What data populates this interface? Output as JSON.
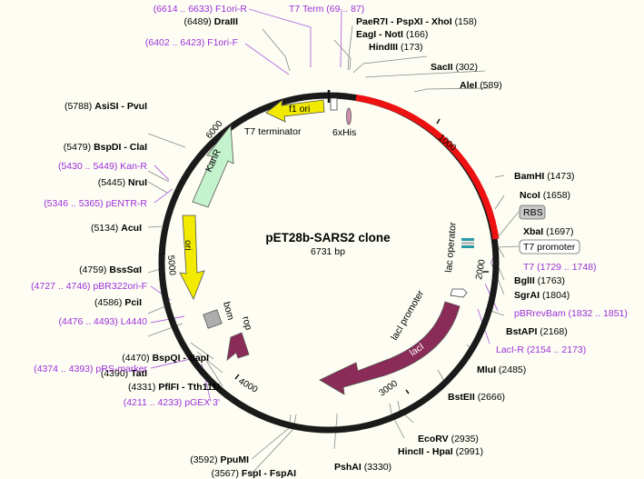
{
  "plasmid": {
    "name": "pET28b-SARS2 clone",
    "size_label": "6731 bp"
  },
  "colors": {
    "backbone": "#1a1a1a",
    "insert": "#ee1111",
    "enzyme_line": "#8a8a8a",
    "primer": "#9b30d9",
    "ori": "#f2ea00",
    "kanr": "#c3f2cc",
    "laci": "#8b2b57",
    "bom": "#aeaeae",
    "rop": "#8b2b57"
  },
  "ticks": [
    {
      "text": "1000"
    },
    {
      "text": "2000"
    },
    {
      "text": "3000"
    },
    {
      "text": "4000"
    },
    {
      "text": "5000"
    },
    {
      "text": "6000"
    }
  ],
  "features": {
    "f1_ori": "f1 ori",
    "t7_terminator": "T7 terminator",
    "his6": "6xHis",
    "kanr": "KanR",
    "ori": "ori",
    "lac_operator": "lac operator",
    "laci_promoter": "lacI promoter",
    "laci": "lacI",
    "bom": "bom",
    "rop": "rop",
    "rbs": "RBS",
    "t7_promoter": "T7 promoter"
  },
  "enzymes": [
    {
      "pos": "(6489)",
      "name": "DraIII"
    },
    {
      "pos": "(158)",
      "name": "PaeR7I - PspXI - XhoI"
    },
    {
      "pos": "(166)",
      "name": "EagI - NotI"
    },
    {
      "pos": "(173)",
      "name": "HindIII"
    },
    {
      "pos": "(302)",
      "name": "SacII"
    },
    {
      "pos": "(589)",
      "name": "AleI"
    },
    {
      "pos": "(1473)",
      "name": "BamHI"
    },
    {
      "pos": "(1658)",
      "name": "NcoI"
    },
    {
      "pos": "(1697)",
      "name": "XbaI"
    },
    {
      "pos": "(1763)",
      "name": "BglII"
    },
    {
      "pos": "(1804)",
      "name": "SgrAI"
    },
    {
      "pos": "(2168)",
      "name": "BstAPI"
    },
    {
      "pos": "(2485)",
      "name": "MluI"
    },
    {
      "pos": "(2666)",
      "name": "BstEII"
    },
    {
      "pos": "(2935)",
      "name": "EcoRV"
    },
    {
      "pos": "(2991)",
      "name": "HincII - HpaI"
    },
    {
      "pos": "(3330)",
      "name": "PshAI"
    },
    {
      "pos": "(3592)",
      "name": "PpuMI"
    },
    {
      "pos": "(3567)",
      "name": "FspI - FspAI"
    },
    {
      "pos": "(4331)",
      "name": "PflFI - Tth111I"
    },
    {
      "pos": "(4390)",
      "name": "TatI"
    },
    {
      "pos": "(4470)",
      "name": "BspQI - SapI"
    },
    {
      "pos": "(4586)",
      "name": "PciI"
    },
    {
      "pos": "(4759)",
      "name": "BssSαI"
    },
    {
      "pos": "(5134)",
      "name": "AcuI"
    },
    {
      "pos": "(5445)",
      "name": "NruI"
    },
    {
      "pos": "(5479)",
      "name": "BspDI - ClaI"
    },
    {
      "pos": "(5788)",
      "name": "AsiSI - PvuI"
    }
  ],
  "primers": [
    "(6614 .. 6633)  F1ori-R",
    "T7 Term  (69 .. 87)",
    "(6402 .. 6423)  F1ori-F",
    "(5430 .. 5449)  Kan-R",
    "(5346 .. 5365)  pENTR-R",
    "T7  (1729 .. 1748)",
    "pBRrevBam  (1832 .. 1851)",
    "LacI-R  (2154 .. 2173)",
    "(4727 .. 4746)  pBR322ori-F",
    "(4476 .. 4493)  L4440",
    "(4374 .. 4393)  pRS-marker",
    "(4211 .. 4233)  pGEX 3'"
  ]
}
